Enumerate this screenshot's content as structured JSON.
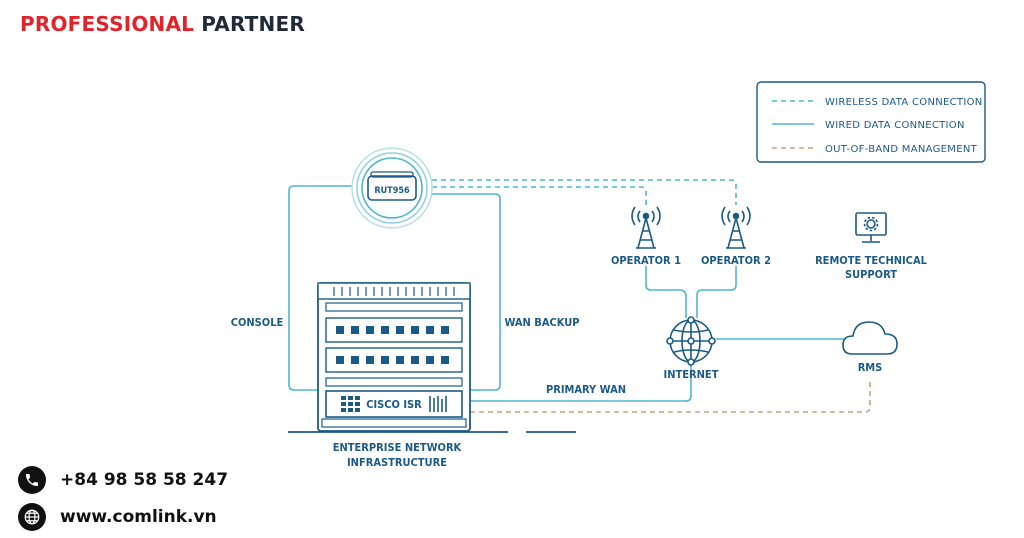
{
  "brand": {
    "word1": "PROFESSIONAL",
    "word2": "PARTNER"
  },
  "legend": {
    "wireless": "WIRELESS DATA CONNECTION",
    "wired": "WIRED DATA CONNECTION",
    "oob": "OUT-OF-BAND MANAGEMENT"
  },
  "nodes": {
    "router": "RUT956",
    "operator1": "OPERATOR 1",
    "operator2": "OPERATOR 2",
    "remote_line1": "REMOTE TECHNICAL",
    "remote_line2": "SUPPORT",
    "internet": "INTERNET",
    "rms": "RMS",
    "cisco": "CISCO ISR",
    "enterprise_line1": "ENTERPRISE NETWORK",
    "enterprise_line2": "INFRASTRUCTURE"
  },
  "links": {
    "console": "CONSOLE",
    "wan_backup": "WAN BACKUP",
    "primary_wan": "PRIMARY WAN"
  },
  "contact": {
    "phone": "+84 98 58 58 247",
    "website": "www.comlink.vn"
  },
  "colors": {
    "line": "#4fb6d0",
    "text": "#1b5a87",
    "oob": "#c9a07a",
    "brand_red": "#e0242b"
  }
}
